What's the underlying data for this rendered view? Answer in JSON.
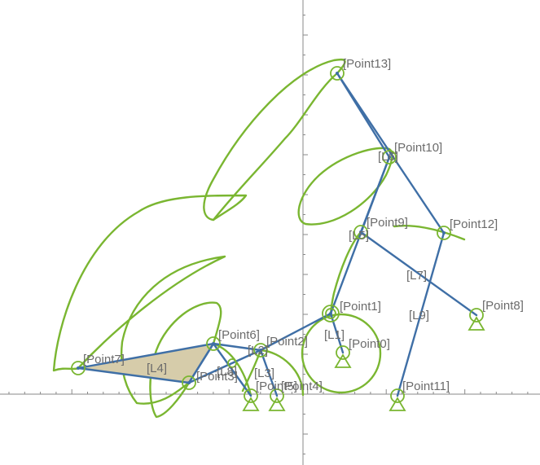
{
  "points": [
    {
      "id": "Point0",
      "label": "[Point0]"
    },
    {
      "id": "Point1",
      "label": "[Point1]"
    },
    {
      "id": "Point2",
      "label": "[Point2]"
    },
    {
      "id": "Point4",
      "label": "[Point4]"
    },
    {
      "id": "Point5",
      "label": "[Point5]"
    },
    {
      "id": "Point6",
      "label": "[Point6]"
    },
    {
      "id": "Point7",
      "label": "[Point7]"
    },
    {
      "id": "Point8",
      "label": "[Point8]"
    },
    {
      "id": "Point9",
      "label": "[Point9]"
    },
    {
      "id": "Point10",
      "label": "[Point10]"
    },
    {
      "id": "Point11",
      "label": "[Point11]"
    },
    {
      "id": "Point12",
      "label": "[Point12]"
    },
    {
      "id": "Point13",
      "label": "[Point13]"
    },
    {
      "id": "Point3",
      "label": "[Point3]"
    }
  ],
  "links": [
    {
      "id": "L1",
      "label": "[L1]"
    },
    {
      "id": "L2",
      "label": "[L2]"
    },
    {
      "id": "L3",
      "label": "[L3]"
    },
    {
      "id": "L4",
      "label": "[L4]"
    },
    {
      "id": "L5",
      "label": "[L5]"
    },
    {
      "id": "L6",
      "label": "[L6]"
    },
    {
      "id": "L7",
      "label": "[L7]"
    },
    {
      "id": "L8",
      "label": "[L8]"
    },
    {
      "id": "L9",
      "label": "[L9]"
    }
  ],
  "colors": {
    "trace": "#7ab631",
    "link": "#3f6fa6",
    "plate": "#d6ccaa",
    "label": "#6b6b6b",
    "axis": "#888888"
  }
}
